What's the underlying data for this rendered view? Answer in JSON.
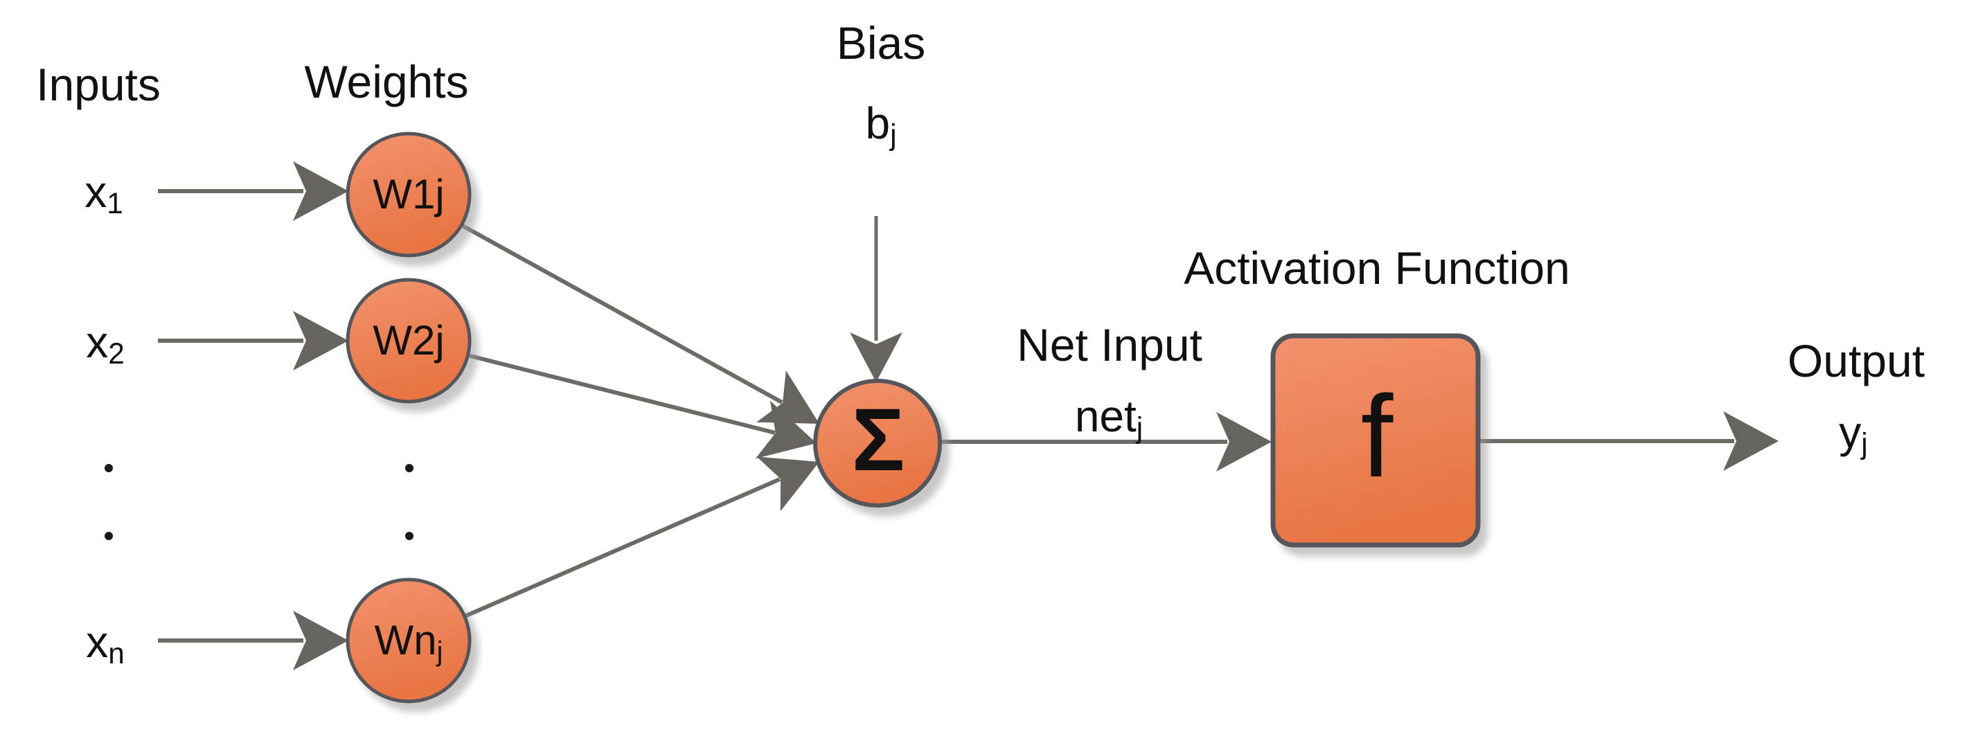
{
  "labels": {
    "inputs": "Inputs",
    "weights": "Weights",
    "bias_title": "Bias",
    "activation": "Activation Function",
    "net_input_title": "Net Input",
    "output_title": "Output"
  },
  "symbols": {
    "bias": {
      "base": "b",
      "sub": "j"
    },
    "net_input": {
      "base": "net",
      "sub": "j"
    },
    "output": {
      "base": "y",
      "sub": "j"
    }
  },
  "input_nodes": [
    {
      "base": "x",
      "sub": "1"
    },
    {
      "base": "x",
      "sub": "2"
    },
    {
      "base": "x",
      "sub": "n"
    }
  ],
  "weight_nodes": [
    {
      "base": "W1j",
      "sub": ""
    },
    {
      "base": "W2j",
      "sub": ""
    },
    {
      "base": "Wn",
      "sub": "j"
    }
  ],
  "sum_node": {
    "symbol": "Σ"
  },
  "activation_node": {
    "symbol": "f"
  },
  "colors": {
    "node_fill_top": "#F2936E",
    "node_fill_bottom": "#E87442",
    "node_border": "#54565B",
    "connector": "#6E6A66",
    "arrowhead": "#67635F",
    "text": "#111111",
    "background": "#FFFFFF"
  }
}
